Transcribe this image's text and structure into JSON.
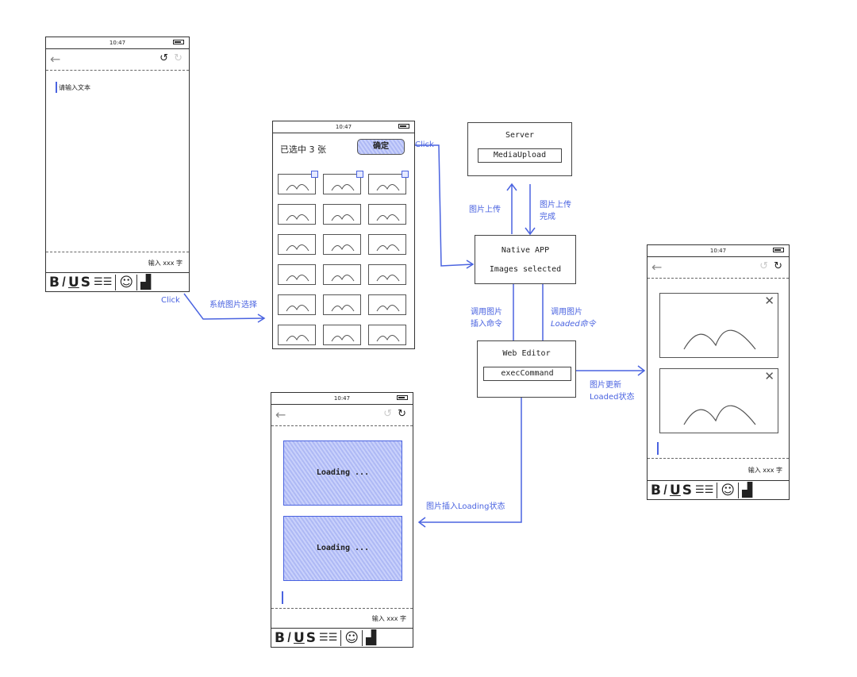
{
  "colors": {
    "accent": "#4a63e0",
    "stroke": "#333333"
  },
  "phone_editor_empty": {
    "time": "10:47",
    "placeholder": "请输入文本",
    "char_count": "输入 xxx 字",
    "toolbar": [
      "B",
      "I",
      "U",
      "S",
      "bullet-list-icon",
      "numbered-list-icon",
      "emoji-icon",
      "image-icon"
    ]
  },
  "phone_picker": {
    "time": "10:47",
    "selected_text": "已选中 3 张",
    "confirm_button": "确定",
    "thumbnails": 18,
    "checked": [
      0,
      1,
      2
    ]
  },
  "phone_loading": {
    "time": "10:47",
    "loading_text": "Loading ...",
    "char_count": "输入 xxx 字"
  },
  "phone_loaded": {
    "time": "10:47",
    "char_count": "输入 xxx 字"
  },
  "server": {
    "title": "Server",
    "module": "MediaUpload"
  },
  "native_app": {
    "title": "Native APP",
    "subtitle": "Images selected"
  },
  "web_editor": {
    "title": "Web Editor",
    "module": "execCommand"
  },
  "arrows": {
    "click1": "Click",
    "system_pick": "系统图片选择",
    "click2": "Click",
    "upload": "图片上传",
    "upload_done_1": "图片上传",
    "upload_done_2": "完成",
    "insert_cmd_1": "调用图片",
    "insert_cmd_2": "插入命令",
    "loaded_cmd_1": "调用图片",
    "loaded_cmd_2": "Loaded命令",
    "update_1": "图片更新",
    "update_2": "Loaded状态",
    "insert_loading": "图片插入Loading状态"
  }
}
